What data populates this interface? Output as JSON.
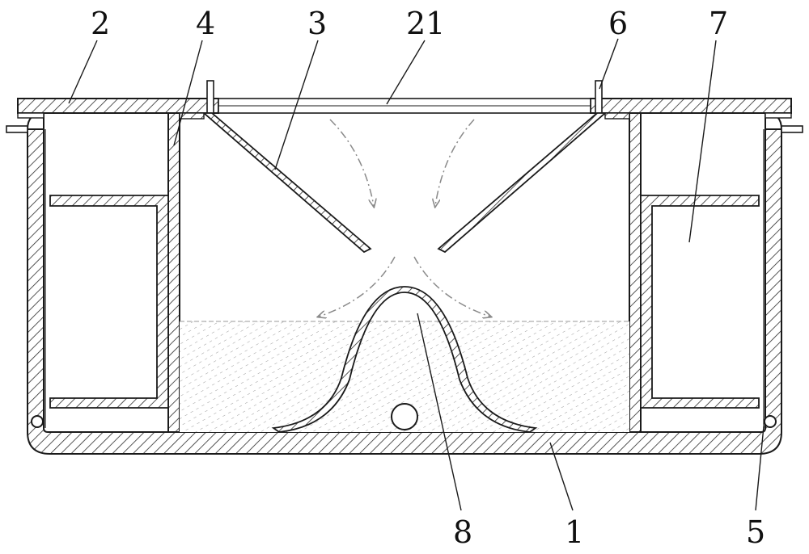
{
  "diagram": {
    "callouts": [
      {
        "id": "label-2",
        "text": "2"
      },
      {
        "id": "label-4",
        "text": "4"
      },
      {
        "id": "label-3",
        "text": "3"
      },
      {
        "id": "label-21",
        "text": "21"
      },
      {
        "id": "label-6",
        "text": "6"
      },
      {
        "id": "label-7",
        "text": "7"
      },
      {
        "id": "label-8",
        "text": "8"
      },
      {
        "id": "label-1",
        "text": "1"
      },
      {
        "id": "label-5",
        "text": "5"
      }
    ],
    "colors": {
      "line": "#1a1a1a",
      "hatch": "#2a2a2a",
      "liquid_hatch": "#9a9a9a",
      "flow_arrow": "#8a8a8a",
      "background": "#ffffff"
    }
  }
}
